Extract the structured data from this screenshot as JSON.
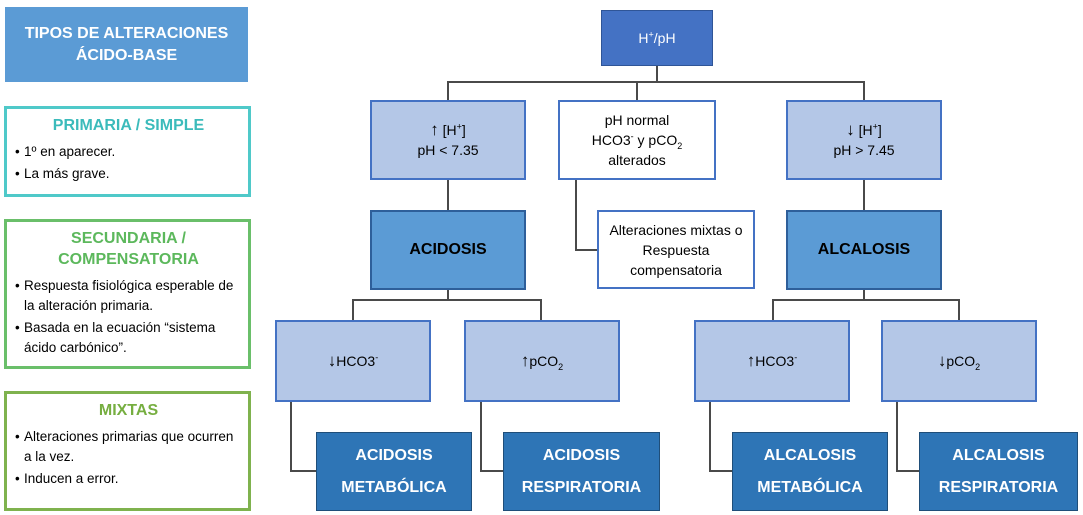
{
  "sidebar": {
    "title_line1": "TIPOS DE ALTERACIONES",
    "title_line2": "ÁCIDO-BASE",
    "primaria": {
      "heading": "PRIMARIA / SIMPLE",
      "items": [
        "1º en aparecer.",
        "La más grave."
      ]
    },
    "secundaria": {
      "heading_line1": "SECUNDARIA /",
      "heading_line2": "COMPENSATORIA",
      "items": [
        "Respuesta fisiológica esperable de la alteración primaria.",
        "Basada en la ecuación “sistema ácido carbónico”."
      ]
    },
    "mixtas": {
      "heading": "MIXTAS",
      "items": [
        "Alteraciones primarias que ocurren a la vez.",
        "Inducen a error."
      ]
    }
  },
  "diagram": {
    "root": {
      "h": "H",
      "plus": "+",
      "rest": "/pH"
    },
    "acid_cond": {
      "arrow": "↑",
      "bracket_open": " [H",
      "plus": "+",
      "bracket_close": "]",
      "line2": "pH < 7.35"
    },
    "normal": {
      "line1": "pH normal",
      "hco3": "HCO3",
      "minus": "-",
      "mid": " y pCO",
      "sub2": "2",
      "line3": "alterados"
    },
    "alk_cond": {
      "arrow": "↓",
      "bracket_open": " [H",
      "plus": "+",
      "bracket_close": "]",
      "line2": "pH > 7.45"
    },
    "acidosis": "ACIDOSIS",
    "mixed": {
      "line1": "Alteraciones mixtas o",
      "line2": "Respuesta",
      "line3": "compensatoria"
    },
    "alcalosis": "ALCALOSIS",
    "leaf_cond": [
      {
        "arrow": "↓",
        "text": "HCO3",
        "sup": "-",
        "sub": ""
      },
      {
        "arrow": "↑",
        "text": "pCO",
        "sup": "",
        "sub": "2"
      },
      {
        "arrow": "↑",
        "text": "HCO3",
        "sup": "-",
        "sub": ""
      },
      {
        "arrow": "↓",
        "text": "pCO",
        "sup": "",
        "sub": "2"
      }
    ],
    "outcomes": [
      {
        "line1": "ACIDOSIS",
        "line2": "METABÓLICA"
      },
      {
        "line1": "ACIDOSIS",
        "line2": "RESPIRATORIA"
      },
      {
        "line1": "ALCALOSIS",
        "line2": "METABÓLICA"
      },
      {
        "line1": "ALCALOSIS",
        "line2": "RESPIRATORIA"
      }
    ]
  },
  "colors": {
    "connector": "#4a4a4a",
    "primaria_border": "#4fc9c9",
    "secundaria_border": "#6abf6a",
    "mixtas_border": "#7fb24e"
  }
}
